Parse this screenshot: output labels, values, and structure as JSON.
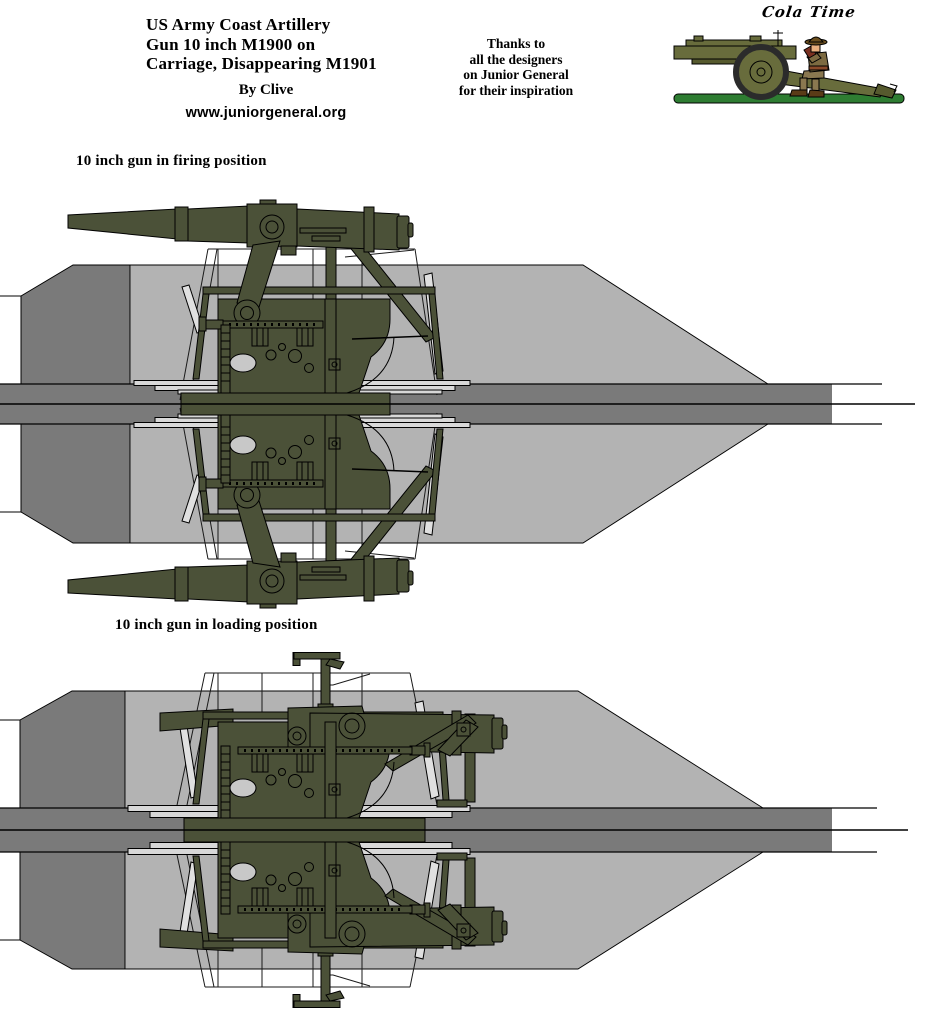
{
  "page": {
    "background": "#FFFFFF"
  },
  "header": {
    "title_lines": [
      "US Army Coast Artillery",
      "Gun 10 inch M1900 on",
      "Carriage, Disappearing M1901"
    ],
    "byline": "By Clive",
    "website": "www.juniorgeneral.org"
  },
  "thanks_note": {
    "lines": [
      "Thanks to",
      "all the designers",
      "on Junior General",
      "for their inspiration"
    ]
  },
  "logo": {
    "label": "Cola Time"
  },
  "figures": [
    {
      "caption": "10 inch gun in firing position"
    },
    {
      "caption": "10 inch gun in loading position"
    }
  ],
  "colors": {
    "gun_olive": "#4B5138",
    "emplacement_light_gray": "#B3B3B3",
    "emplacement_dark_gray": "#7A7A7A",
    "outline_black": "#000000",
    "hole_light": "#C8C8C8",
    "blade_light": "#E0E0E0",
    "logo_gun_olive": "#686C3C",
    "logo_wheel_dark": "#2B2B2B",
    "logo_base_green": "#2E7D32",
    "uniform_brown": "#7C6A41",
    "trousers_khaki": "#8A7850",
    "hat_brown": "#6B4F1F",
    "boot_brown": "#5A3B17",
    "skin": "#E8AF7E",
    "bottle_brown": "#7A3020"
  }
}
